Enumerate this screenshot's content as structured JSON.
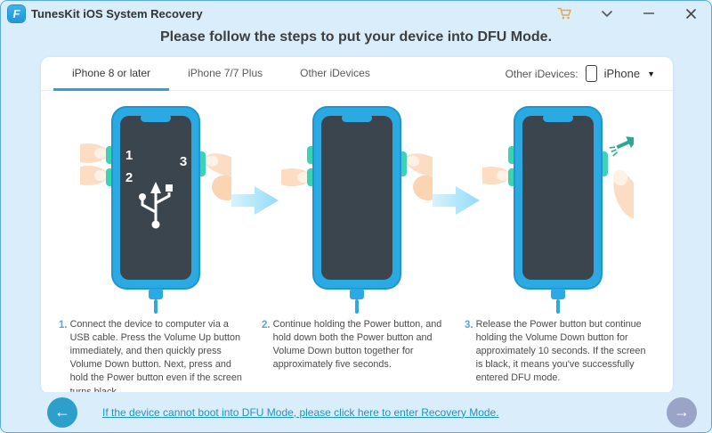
{
  "window": {
    "title": "TunesKit iOS System Recovery",
    "logo_letter": "F"
  },
  "icons": {
    "cart": "shopping-cart",
    "chevron": "chevron-down",
    "minimize": "minimize",
    "close": "close",
    "dropdown_arrow": "▼",
    "back_arrow": "←",
    "forward_arrow": "→"
  },
  "header": {
    "title": "Please follow the steps to put your device into DFU Mode."
  },
  "tabs": [
    {
      "label": "iPhone 8 or later",
      "active": true
    },
    {
      "label": "iPhone 7/7 Plus",
      "active": false
    },
    {
      "label": "Other iDevices",
      "active": false
    }
  ],
  "device_selector": {
    "label": "Other iDevices:",
    "value": "iPhone"
  },
  "illustration": {
    "button_labels": [
      "1",
      "2",
      "3"
    ]
  },
  "steps": [
    {
      "number": "1.",
      "text": "Connect the device to computer via a USB cable. Press the Volume Up button immediately, and then quickly press Volume Down button. Next, press and hold the Power button even if the screen turns black."
    },
    {
      "number": "2.",
      "text": "Continue holding the Power button, and hold down both the Power button and Volume Down button together for approximately five seconds."
    },
    {
      "number": "3.",
      "text": "Release the Power button but continue holding the Volume Down button for approximately 10 seconds. If the screen is black, it means you've successfully entered DFU mode."
    }
  ],
  "footer": {
    "link": "If the device cannot boot into DFU Mode, please click here to enter Recovery Mode."
  },
  "colors": {
    "window_bg": "#d9edfa",
    "accent_blue": "#2ba9e2",
    "tab_underline": "#29a3dc",
    "screen_dark": "#3a454d",
    "button_teal": "#3bd3b4",
    "link": "#1f93c9",
    "back_button": "#2c9fcb",
    "forward_button": "#99a4c6",
    "cart": "#e8a64c"
  }
}
